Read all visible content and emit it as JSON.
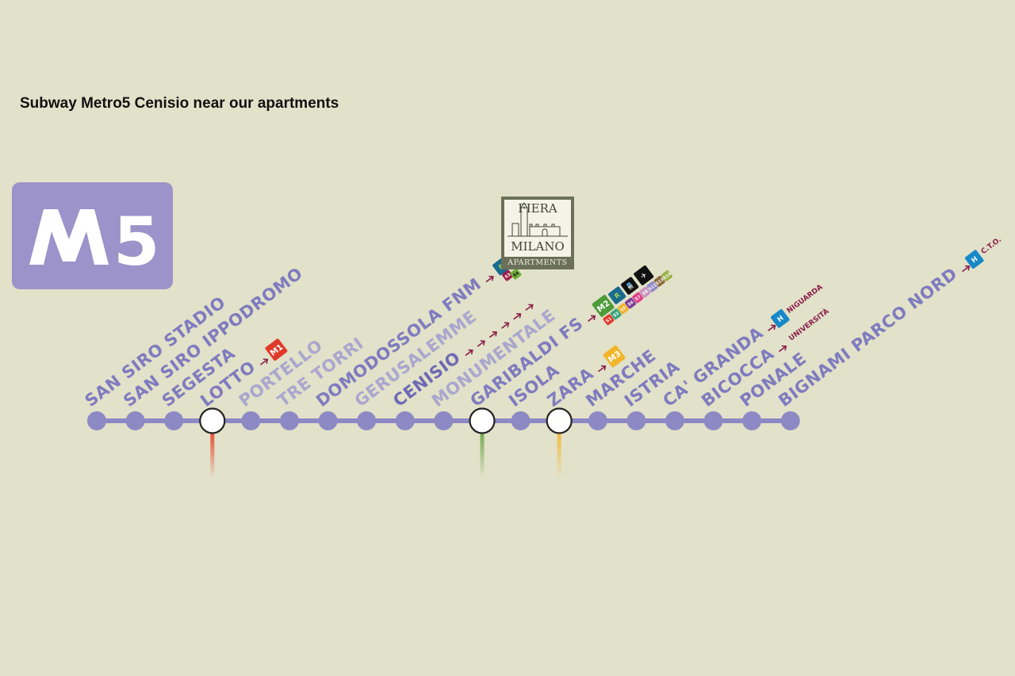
{
  "title": "Subway Metro5 Cenisio near our apartments",
  "logo": {
    "line_name": "M5",
    "color": "#9b93c9"
  },
  "line": {
    "color": "#8d89c4"
  },
  "stations": [
    {
      "name": "SAN SIRO STADIO",
      "interchange": false,
      "style": "normal"
    },
    {
      "name": "SAN SIRO IPPODROMO",
      "interchange": false,
      "style": "normal"
    },
    {
      "name": "SEGESTA",
      "interchange": false,
      "style": "normal"
    },
    {
      "name": "LOTTO",
      "interchange": true,
      "style": "normal",
      "branch_color": "#e8452a",
      "connection": "M1",
      "connection_color": "#e03a2b"
    },
    {
      "name": "PORTELLO",
      "interchange": false,
      "style": "faded"
    },
    {
      "name": "TRE TORRI",
      "interchange": false,
      "style": "faded"
    },
    {
      "name": "DOMODOSSOLA FNM",
      "interchange": false,
      "style": "normal"
    },
    {
      "name": "GERUSALEMME",
      "interchange": false,
      "style": "faded"
    },
    {
      "name": "CENISIO",
      "interchange": false,
      "style": "highlight"
    },
    {
      "name": "MONUMENTALE",
      "interchange": false,
      "style": "faded"
    },
    {
      "name": "GARIBALDI FS",
      "interchange": true,
      "style": "normal",
      "branch_color": "#6aa646",
      "connection": "M2",
      "connection_color": "#4d9b3a"
    },
    {
      "name": "ISOLA",
      "interchange": false,
      "style": "normal"
    },
    {
      "name": "ZARA",
      "interchange": true,
      "style": "normal",
      "branch_color": "#f3b936",
      "connection": "M3",
      "connection_color": "#f0b52a"
    },
    {
      "name": "MARCHE",
      "interchange": false,
      "style": "normal"
    },
    {
      "name": "ISTRIA",
      "interchange": false,
      "style": "normal"
    },
    {
      "name": "CA' GRANDA",
      "interchange": false,
      "style": "normal",
      "hospital": "NIGUARDA"
    },
    {
      "name": "BICOCCA",
      "interchange": false,
      "style": "normal",
      "dest": "UNIVERSITÀ"
    },
    {
      "name": "PONALE",
      "interchange": false,
      "style": "normal"
    },
    {
      "name": "BIGNAMI PARCO NORD",
      "interchange": false,
      "style": "normal",
      "hospital": "C.T.O."
    }
  ],
  "domodossola_badges": [
    "S3",
    "S4"
  ],
  "garibaldi_badges": [
    "S1",
    "S2",
    "S5",
    "S6",
    "S7",
    "S8",
    "S11",
    "S13",
    "S14"
  ],
  "apartment_logo": {
    "line1": "FIERA",
    "line2": "MILANO",
    "line3": "APARTMENTS"
  }
}
